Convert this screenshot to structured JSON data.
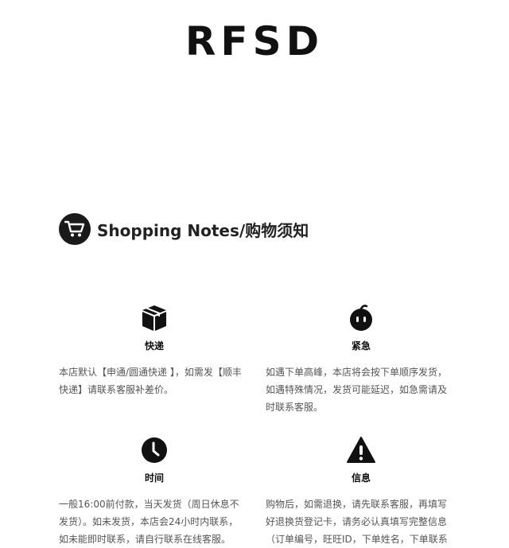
{
  "brand": {
    "logo": "RFSD"
  },
  "notes": {
    "title": "Shopping Notes/购物须知"
  },
  "cards": {
    "express": {
      "heading": "快递",
      "body": "本店默认【申通/圆通快递 】，如需发【顺丰快递】请联系客服补差价。",
      "icon": "package-icon"
    },
    "urgent": {
      "heading": "紧急",
      "body": "如遇下单高峰，本店将会按下单顺序发货，如遇特殊情况，发货可能延迟，如急需请及时联系客服。",
      "icon": "urgent-face-icon"
    },
    "time": {
      "heading": "时间",
      "body": "一般16:00前付款，当天发货（周日休息不发货）。如未发货，本店会24小时内联系，如未能即时联系，请自行联系在线客服。",
      "icon": "clock-icon"
    },
    "info": {
      "heading": "信息",
      "body": "购物后，如需退换，请先联系客服，再填写好退换货登记卡，请务必认真填写完整信息（订单编号，旺旺ID，下单姓名，下单联系",
      "icon": "warning-icon"
    }
  },
  "colors": {
    "ink": "#111111",
    "body_text": "#555555",
    "background": "#ffffff"
  }
}
